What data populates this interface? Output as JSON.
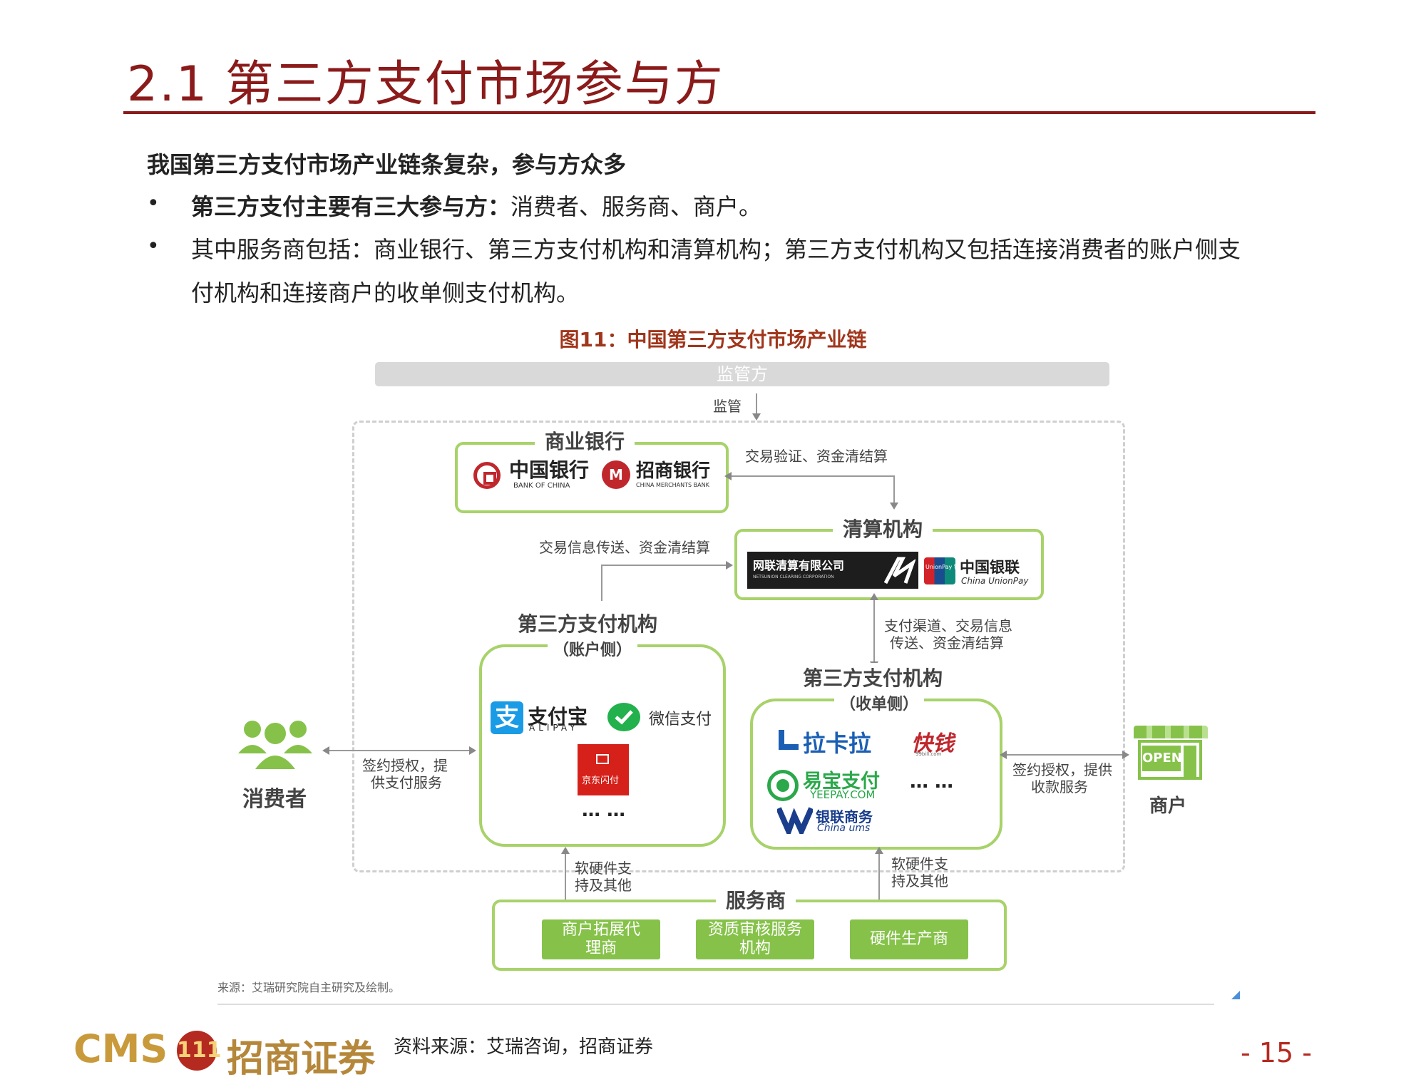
{
  "header": {
    "title": "2.1 第三方支付市场参与方",
    "lead": "我国第三方支付市场产业链条复杂，参与方众多",
    "bullet_symbol": "•",
    "bullet1_bold": "第三方支付主要有三大参与方：",
    "bullet1_rest": "消费者、服务商、商户。",
    "bullet2_line1": "其中服务商包括：商业银行、第三方支付机构和清算机构；第三方支付机构又包括连接消费者的账户侧支",
    "bullet2_line2": "付机构和连接商户的收单侧支付机构。"
  },
  "figure": {
    "title": "图11：中国第三方支付市场产业链",
    "regulator": "监管方",
    "regulate_label": "监管",
    "commercial_bank": {
      "title": "商业银行",
      "boc_cn": "中国银行",
      "boc_en": "BANK OF CHINA",
      "cmb_cn": "招商银行",
      "cmb_en": "CHINA MERCHANTS BANK"
    },
    "bank_to_clearing": "交易验证、资金清结算",
    "clearing": {
      "title": "清算机构",
      "netsunion_cn": "网联清算有限公司",
      "netsunion_en": "NETSUNION CLEARING CORPORATION",
      "unionpay_badge": "UnionPay 银联",
      "unionpay_cn": "中国银联",
      "unionpay_en": "China UnionPay"
    },
    "account_to_clearing": "交易信息传送、资金清结算",
    "clearing_to_acquiring_1": "支付渠道、交易信息",
    "clearing_to_acquiring_2": "传送、资金清结算",
    "account_side": {
      "title": "第三方支付机构",
      "subtitle": "（账户侧）",
      "alipay_cn": "支付宝",
      "alipay_en": "ALIPAY",
      "wechat": "微信支付",
      "jd": "京东闪付",
      "ellipsis": "… …"
    },
    "acquiring_side": {
      "title": "第三方支付机构",
      "subtitle": "（收单侧）",
      "lakala": "拉卡拉",
      "kuaiqian": "快钱",
      "kuaiqian_en": "99bill.com",
      "yeepay_cn": "易宝支付",
      "yeepay_en": "YEEPAY.COM",
      "chinaums_cn": "银联商务",
      "chinaums_en": "China ums",
      "ellipsis": "… …"
    },
    "consumer": {
      "label": "消费者",
      "link_1": "签约授权，提",
      "link_2": "供支付服务"
    },
    "merchant": {
      "label": "商户",
      "sign": "OPEN",
      "link_1": "签约授权，提供",
      "link_2": "收款服务"
    },
    "service_support_1": "软硬件支",
    "service_support_2": "持及其他",
    "service_providers": {
      "title": "服务商",
      "items": [
        "商户拓展代\n理商",
        "资质审核服务\n机构",
        "硬件生产商"
      ]
    },
    "source_note": "来源：艾瑞研究院自主研究及绘制。"
  },
  "footer": {
    "logo_en": "CMS",
    "logo_badge": "111",
    "logo_cn": "招商证券",
    "data_source": "资料来源：艾瑞咨询，招商证券",
    "page_number": "- 15 -"
  },
  "colors": {
    "title_red": "#8b1a1a",
    "accent_green": "#a8d26a",
    "button_green": "#86c24a",
    "figure_title": "#a0361c"
  }
}
